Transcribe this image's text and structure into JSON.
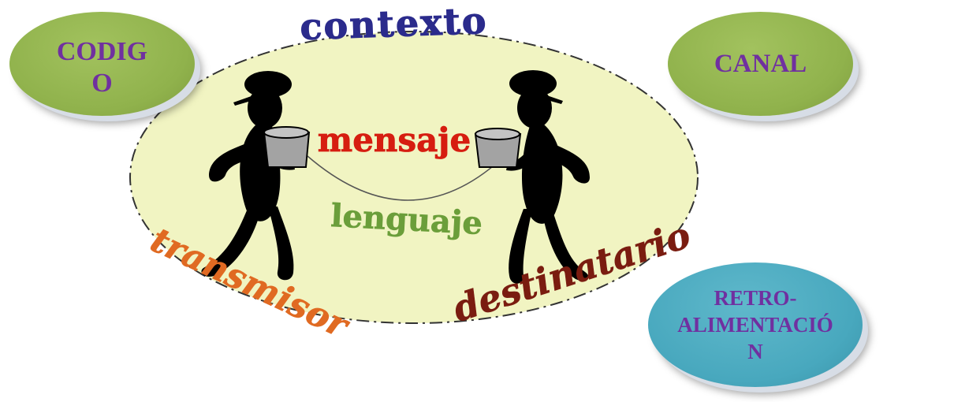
{
  "diagram": {
    "words": {
      "contexto": "contexto",
      "mensaje": "mensaje",
      "lenguaje": "lenguaje",
      "transmisor": "transmisor",
      "destinatario": "destinatario"
    },
    "bubbles": {
      "codigo": {
        "line1": "CODIG",
        "line2": "O"
      },
      "canal": {
        "line1": "CANAL"
      },
      "retro": {
        "line1": "RETRO-",
        "line2": "ALIMENTACIÓ",
        "line3": "N"
      }
    },
    "colors": {
      "ellipse_fill": "#f1f4c2",
      "contexto": "#2b2b8c",
      "mensaje": "#d61d10",
      "lenguaje": "#6b9e3a",
      "transmisor": "#e06a22",
      "destinatario": "#7a1c10",
      "bubble_text": "#7030a0",
      "bubble_green": "#92b04f",
      "bubble_blue": "#4aaac0",
      "figure": "#000000",
      "can": "#a3a3a3"
    }
  }
}
